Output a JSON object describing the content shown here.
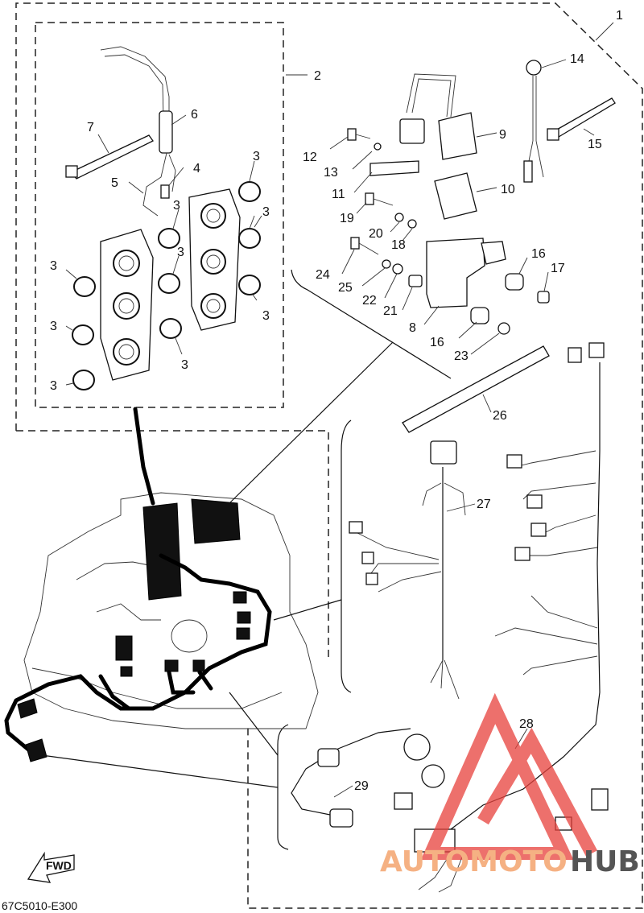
{
  "diagram_code": "67C5010-E300",
  "fwd_label": "FWD",
  "watermark": {
    "text_left": "AUTOMOTO",
    "text_right": "HUB",
    "color_left": "#f5b183",
    "color_right": "#555555",
    "logo_color": "#e8413c"
  },
  "callouts": [
    "1",
    "2",
    "3",
    "4",
    "5",
    "6",
    "7",
    "8",
    "9",
    "10",
    "11",
    "12",
    "13",
    "14",
    "15",
    "16",
    "17",
    "18",
    "19",
    "20",
    "21",
    "22",
    "23",
    "24",
    "25",
    "26",
    "27",
    "28",
    "29"
  ],
  "callout_3_repeat": "3",
  "callout_16_repeat": "16"
}
